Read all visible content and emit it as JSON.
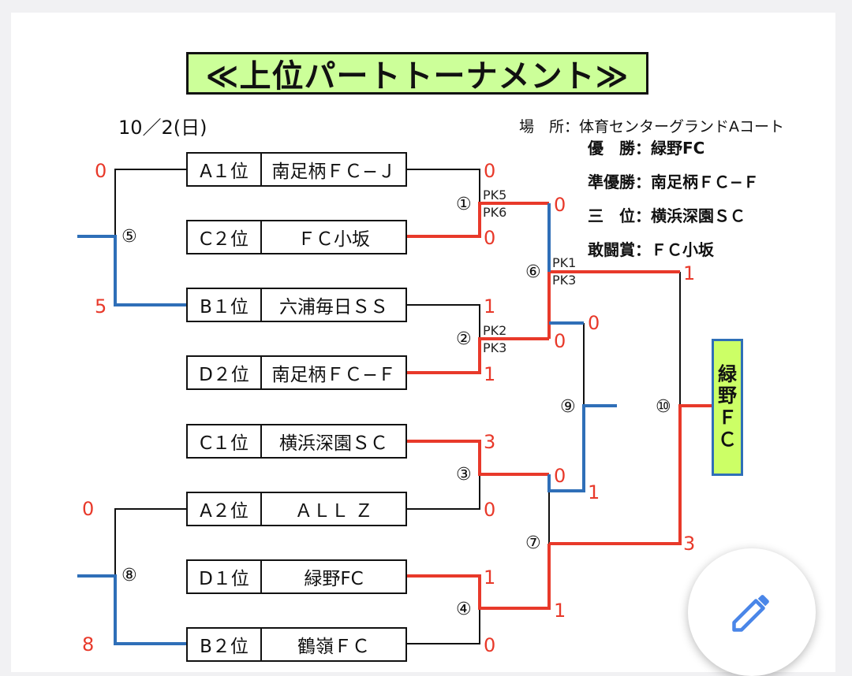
{
  "title": "≪上位パートトーナメント≫",
  "date": "10／2(日)",
  "venue": "場　所：体育センターグランドAコート",
  "results": [
    {
      "label": "優　勝：",
      "value": "緑野FC"
    },
    {
      "label": "準優勝：",
      "value": "南足柄ＦＣ−Ｆ"
    },
    {
      "label": "三　位：",
      "value": "横浜深園ＳＣ"
    },
    {
      "label": "敢闘賞：",
      "value": "ＦＣ小坂"
    }
  ],
  "teams": [
    {
      "rank": "A１位",
      "name": "南足柄ＦＣ−Ｊ"
    },
    {
      "rank": "C２位",
      "name": "ＦＣ小坂"
    },
    {
      "rank": "B１位",
      "name": "六浦毎日ＳＳ"
    },
    {
      "rank": "D２位",
      "name": "南足柄ＦＣ−Ｆ"
    },
    {
      "rank": "C１位",
      "name": "横浜深園ＳＣ"
    },
    {
      "rank": "A２位",
      "name": "ＡＬＬ Ｚ"
    },
    {
      "rank": "D１位",
      "name": "緑野FC"
    },
    {
      "rank": "B２位",
      "name": "鶴嶺ＦＣ"
    }
  ],
  "matches": {
    "m1": "①",
    "m2": "②",
    "m3": "③",
    "m4": "④",
    "m5": "⑤",
    "m6": "⑥",
    "m7": "⑦",
    "m8": "⑧",
    "m9": "⑨",
    "m10": "⑩"
  },
  "scores": {
    "m5_top": "0",
    "m5_bot": "5",
    "m8_top": "0",
    "m8_bot": "8",
    "m1_top": "0",
    "m1_bot": "0",
    "m2_top": "1",
    "m2_bot": "1",
    "m3_top": "3",
    "m3_bot": "0",
    "m4_top": "1",
    "m4_bot": "0",
    "m6_top": "0",
    "m6_bot": "0",
    "m7_top": "0",
    "m7_bot": "1",
    "m9_top": "0",
    "m9_bot": "1",
    "m10_top": "1",
    "m10_bot": "3"
  },
  "pk": {
    "m1_top": "PK5",
    "m1_bot": "PK6",
    "m2_top": "PK2",
    "m2_bot": "PK3",
    "m6_top": "PK1",
    "m6_bot": "PK3"
  },
  "champion": [
    "緑",
    "野",
    "Ｆ",
    "Ｃ"
  ],
  "fab": {
    "icon": "pencil-icon"
  },
  "colors": {
    "win_red": "#e8392a",
    "win_blue": "#2f6fb8",
    "title_bg": "#ccff99",
    "champ_bg": "#ccff66"
  }
}
